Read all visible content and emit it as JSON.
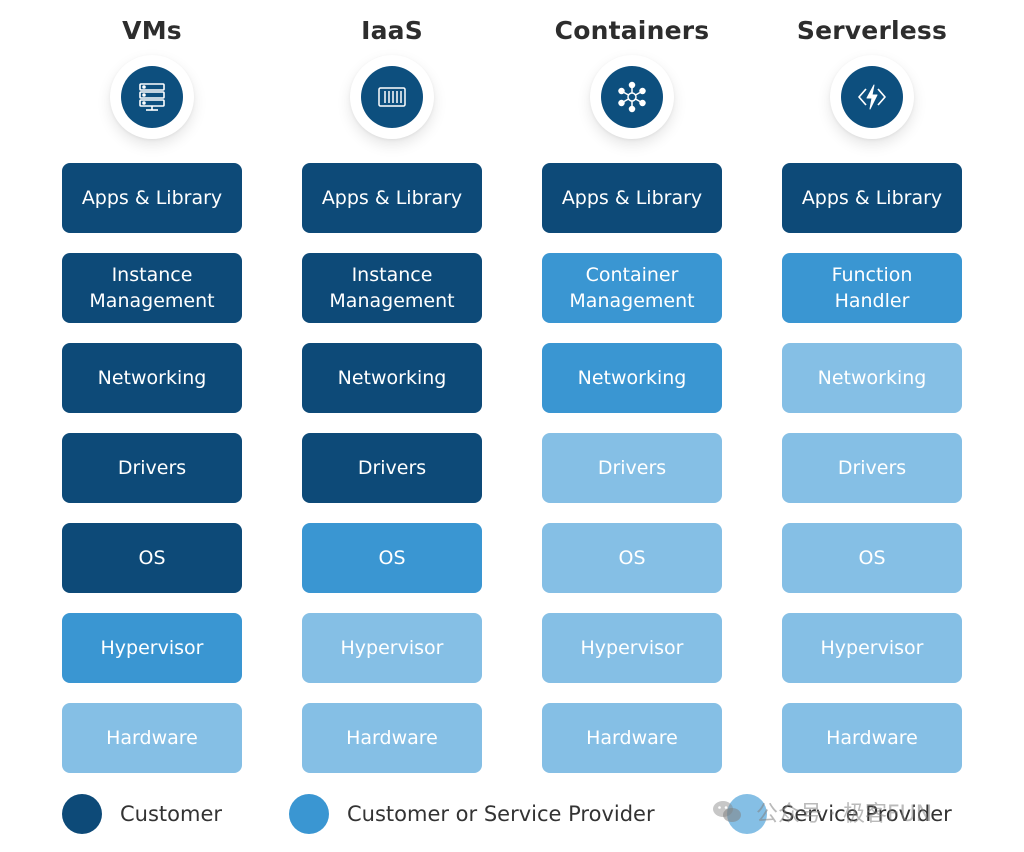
{
  "colors": {
    "customer": "#0d4a78",
    "shared": "#3a96d2",
    "provider": "#85bfe5",
    "title": "#2d2d2d"
  },
  "columns": [
    {
      "title": "VMs",
      "icon": "server-rack-icon",
      "layers": [
        {
          "label": "Apps & Library",
          "owner": "customer"
        },
        {
          "label": "Instance\nManagement",
          "owner": "customer"
        },
        {
          "label": "Networking",
          "owner": "customer"
        },
        {
          "label": "Drivers",
          "owner": "customer"
        },
        {
          "label": "OS",
          "owner": "customer"
        },
        {
          "label": "Hypervisor",
          "owner": "shared"
        },
        {
          "label": "Hardware",
          "owner": "provider"
        }
      ]
    },
    {
      "title": "IaaS",
      "icon": "server-blades-icon",
      "layers": [
        {
          "label": "Apps & Library",
          "owner": "customer"
        },
        {
          "label": "Instance\nManagement",
          "owner": "customer"
        },
        {
          "label": "Networking",
          "owner": "customer"
        },
        {
          "label": "Drivers",
          "owner": "customer"
        },
        {
          "label": "OS",
          "owner": "shared"
        },
        {
          "label": "Hypervisor",
          "owner": "provider"
        },
        {
          "label": "Hardware",
          "owner": "provider"
        }
      ]
    },
    {
      "title": "Containers",
      "icon": "network-nodes-icon",
      "layers": [
        {
          "label": "Apps & Library",
          "owner": "customer"
        },
        {
          "label": "Container\nManagement",
          "owner": "shared"
        },
        {
          "label": "Networking",
          "owner": "shared"
        },
        {
          "label": "Drivers",
          "owner": "provider"
        },
        {
          "label": "OS",
          "owner": "provider"
        },
        {
          "label": "Hypervisor",
          "owner": "provider"
        },
        {
          "label": "Hardware",
          "owner": "provider"
        }
      ]
    },
    {
      "title": "Serverless",
      "icon": "lightning-function-icon",
      "layers": [
        {
          "label": "Apps & Library",
          "owner": "customer"
        },
        {
          "label": "Function\nHandler",
          "owner": "shared"
        },
        {
          "label": "Networking",
          "owner": "provider"
        },
        {
          "label": "Drivers",
          "owner": "provider"
        },
        {
          "label": "OS",
          "owner": "provider"
        },
        {
          "label": "Hypervisor",
          "owner": "provider"
        },
        {
          "label": "Hardware",
          "owner": "provider"
        }
      ]
    }
  ],
  "legend": [
    {
      "label": "Customer",
      "owner": "customer"
    },
    {
      "label": "Customer or Service Provider",
      "owner": "shared"
    },
    {
      "label": "Service Provider",
      "owner": "provider"
    }
  ],
  "watermark": {
    "icon": "wechat-icon",
    "text": "公众号 · 极客FUN"
  }
}
